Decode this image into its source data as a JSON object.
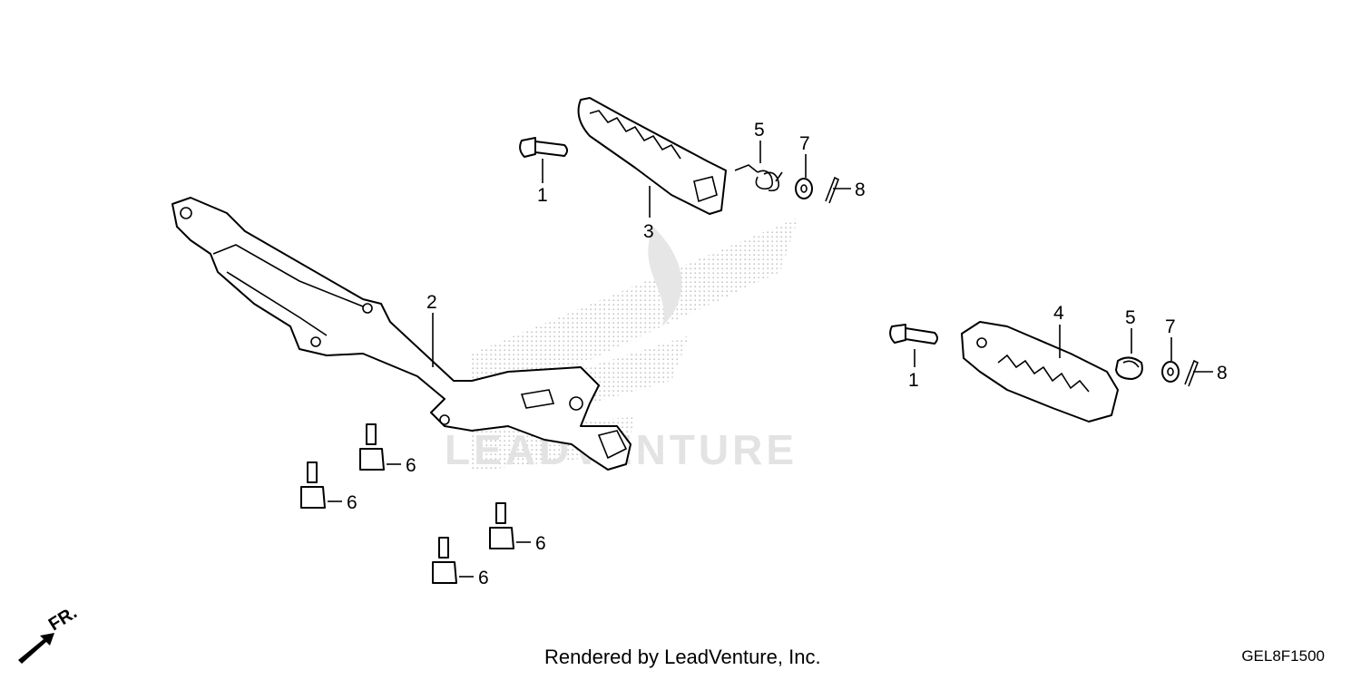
{
  "callouts": {
    "c1a": "1",
    "c1b": "1",
    "c2": "2",
    "c3": "3",
    "c4": "4",
    "c5a": "5",
    "c5b": "5",
    "c6a": "6",
    "c6b": "6",
    "c6c": "6",
    "c6d": "6",
    "c7a": "7",
    "c7b": "7",
    "c8a": "8",
    "c8b": "8"
  },
  "footer": {
    "rendered_by": "Rendered by LeadVenture, Inc."
  },
  "diagram_code": "GEL8F1500",
  "direction_label": "FR.",
  "watermark": {
    "text": "LEADVENTURE"
  }
}
